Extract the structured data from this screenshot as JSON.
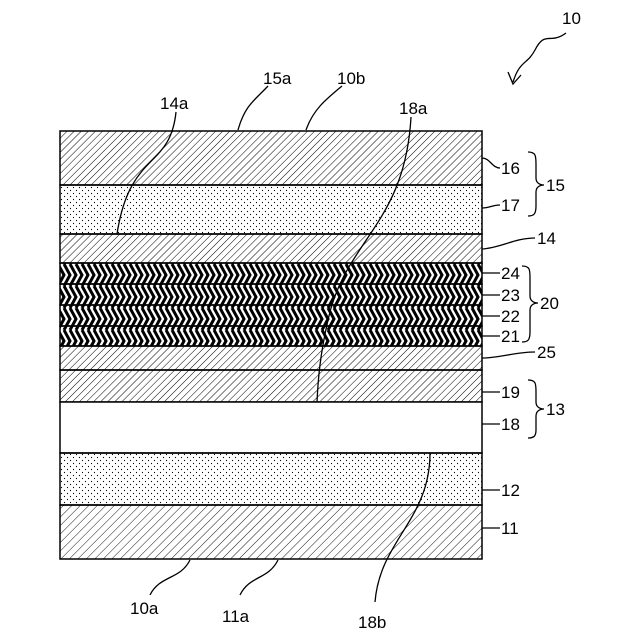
{
  "figure": {
    "device_label": "10",
    "layers": [
      {
        "id": "16",
        "label": "16",
        "fill": "hatch-dense"
      },
      {
        "id": "17",
        "label": "17",
        "fill": "dots"
      },
      {
        "id": "14",
        "label": "14",
        "fill": "hatch-dense"
      },
      {
        "id": "24",
        "label": "24",
        "fill": "chevron"
      },
      {
        "id": "23",
        "label": "23",
        "fill": "chevron"
      },
      {
        "id": "22",
        "label": "22",
        "fill": "chevron"
      },
      {
        "id": "21",
        "label": "21",
        "fill": "chevron"
      },
      {
        "id": "25",
        "label": "25",
        "fill": "hatch-dense"
      },
      {
        "id": "19",
        "label": "19",
        "fill": "hatch-dense"
      },
      {
        "id": "18",
        "label": "18",
        "fill": "blank"
      },
      {
        "id": "12",
        "label": "12",
        "fill": "dots"
      },
      {
        "id": "11",
        "label": "11",
        "fill": "hatch-sparse"
      }
    ],
    "groups": [
      {
        "id": "15",
        "label": "15",
        "members": [
          "16",
          "17"
        ]
      },
      {
        "id": "20",
        "label": "20",
        "members": [
          "24",
          "23",
          "22",
          "21"
        ]
      },
      {
        "id": "13",
        "label": "13",
        "members": [
          "19",
          "18"
        ]
      }
    ],
    "surface_labels": {
      "top_15a": "15a",
      "top_10b": "10b",
      "interface_14a": "14a",
      "interface_18a": "18a",
      "bottom_10a": "10a",
      "bottom_11a": "11a",
      "interface_18b": "18b"
    },
    "colors": {
      "ink": "#000000",
      "background": "#ffffff"
    }
  }
}
